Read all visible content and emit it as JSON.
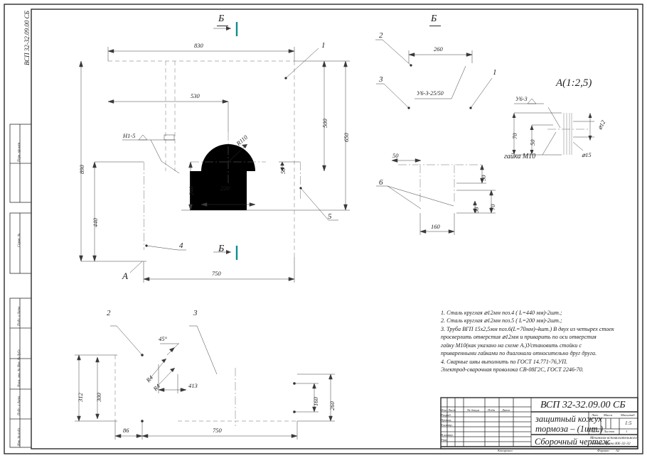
{
  "sheet": {
    "drawing_number_top_left": "ВСП 32-32.09.00 СБ",
    "format": "A2"
  },
  "views": {
    "front": {
      "section_mark_top": "Б",
      "section_mark_bottom": "Б",
      "detail_mark": "А",
      "weld_callout": "Н1-5",
      "radius": "R110",
      "leaders": [
        "1",
        "4",
        "5"
      ],
      "dims": {
        "width_total": "830",
        "height_right_outer": "650",
        "height_right_inner": "500",
        "height_left": "890",
        "leg_height": "440",
        "opening_offset": "530",
        "opening_width": "220",
        "opening_height": "240",
        "bracket_offset": "50",
        "base_width": "750"
      }
    },
    "side": {
      "title": "Б",
      "weld_symbol": "У6-З-25/50",
      "leaders": [
        "1",
        "2",
        "3",
        "6"
      ],
      "dims": {
        "width": "260",
        "left_offset": "50",
        "right_notch": "50",
        "leg_spacing": "160",
        "leg_height": "70",
        "leg_bottom": "50"
      }
    },
    "detail_a": {
      "title": "А(1:2,5)",
      "weld_callout": "У6-3",
      "nut_label": "гайка М10",
      "dims": {
        "height": "70",
        "mid": "50",
        "hole": "⌀12",
        "boss": "⌀15"
      }
    },
    "development": {
      "leaders": [
        "2",
        "3"
      ],
      "angle": "45°",
      "radii": [
        "R4",
        "R4"
      ],
      "dims": {
        "overall_height": "312",
        "inner_height": "300",
        "right_height": "260",
        "hole_spacing": "160",
        "step": "413",
        "left_width": "86",
        "body_width": "750"
      }
    }
  },
  "technical_notes": "1. Сталь круглая ⌀12мм поз.4 ( L=440 мм)-2шт.;\n2.  Сталь круглая ⌀12мм поз.5 ( L=200 мм)-2шт.;\n3. Труба ВГП 15х2,5мм поз.6(L=70мм)-4шт.) В двух из четырех стоек\nпросверлить отверстия ⌀12мм и приварить по оси отверстия\nгайку М10(как указано на схеме А.)Установить стойки с\nприваренными гайками по диагонали относительно друг друга.\n4. Сварные швы выполнить по ГОСТ 14.771-76,УП.\nЭлектрод-сварочная проволока СВ-08Г2С, ГОСТ 2246-70.",
  "title_block": {
    "designation": "ВСП 32-32.09.00 СБ",
    "product_name_line1": "защитный кожух",
    "product_name_line2": "тормоза – (1шт.)",
    "doc_type": "Сборочный чертеж",
    "columns": {
      "izm": "Изм",
      "list": "Лист",
      "doc_no": "№ докум",
      "podp": "Подп",
      "data": "Дата"
    },
    "roles": [
      "Разраб.",
      "Провер.",
      "Т.контр.",
      "Н.контр.",
      "Утв."
    ],
    "right": {
      "lit_header": "Лит.",
      "massa_header": "Масса",
      "scale_header": "Масштаб",
      "scale_value": "1:5",
      "sheet_header": "Лист",
      "sheets_header": "Листов",
      "sheets_value": "1",
      "org_line1": "Механизм вспомогательного",
      "org_line2": "подъема крана КК-32-32"
    },
    "footer_copied": "Копировал",
    "footer_format_label": "Формат",
    "footer_format_value": "А2"
  },
  "left_margin_blocks": [
    "Перв. примен.",
    "Справ. №",
    "Подп. и дата",
    "Взам. инв. № Инв. № дубл.",
    "Подп. и дата",
    "Инв. № подл."
  ]
}
